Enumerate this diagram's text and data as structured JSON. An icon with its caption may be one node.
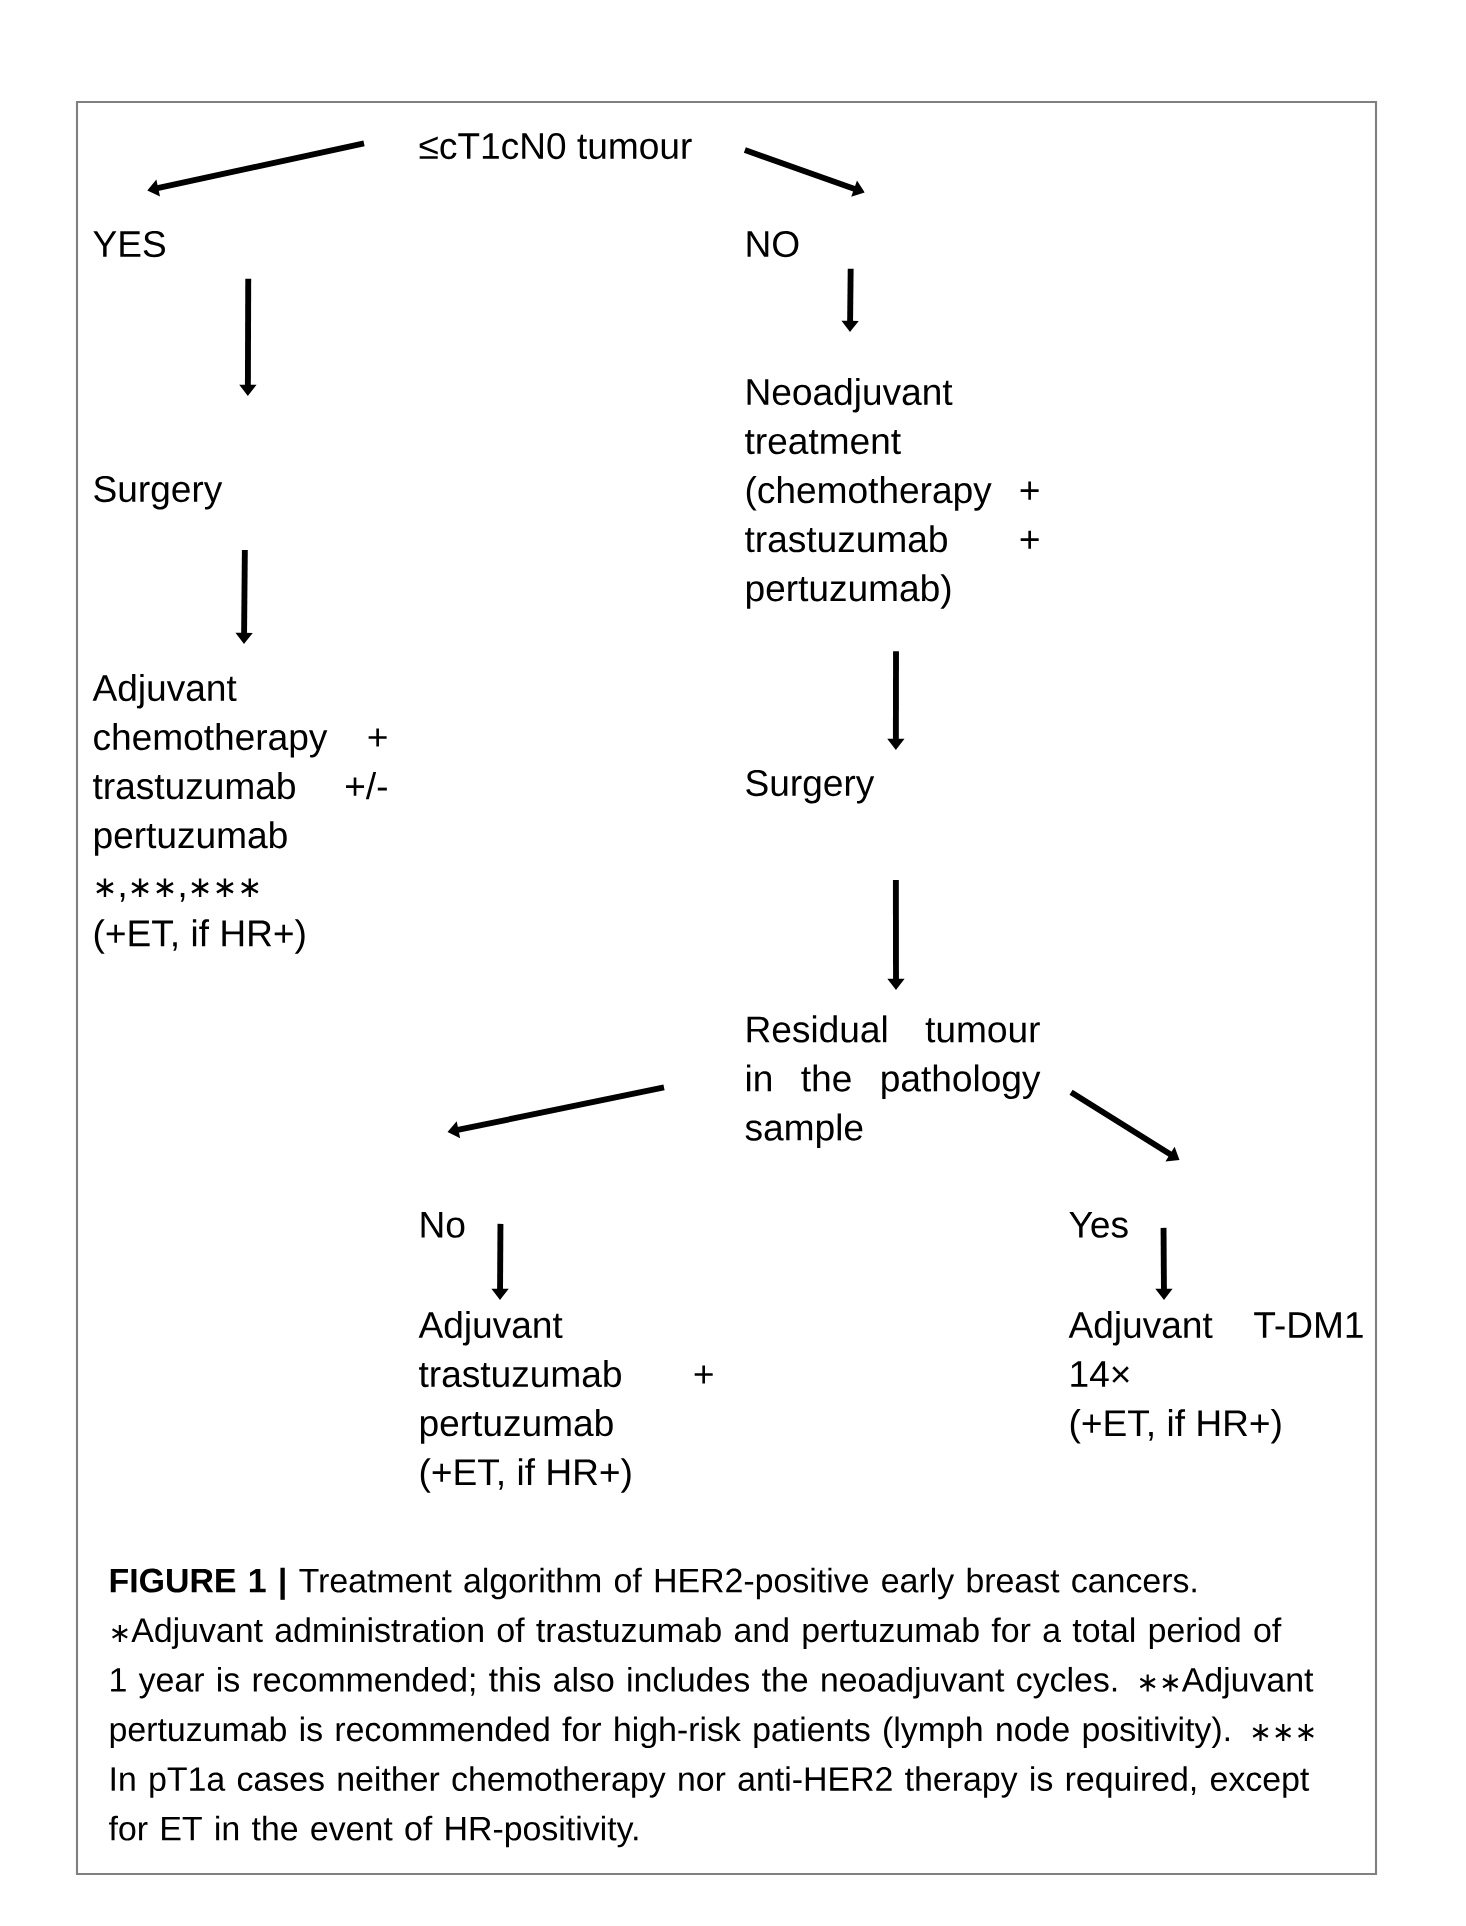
{
  "diagram": {
    "nodes": [
      {
        "text": [
          "≤cT1cN0 tumour"
        ]
      },
      {
        "text": [
          "YES"
        ]
      },
      {
        "text": [
          "NO"
        ]
      },
      {
        "text": [
          "Surgery"
        ]
      },
      {
        "text": [
          "Neoadjuvant treatment (chemotherapy + trastuzumab + pertuzumab)"
        ]
      },
      {
        "text": [
          "Adjuvant chemotherapy + trastuzumab +/- pertuzumab ∗,∗∗,∗∗∗",
          "(+ET, if HR+)"
        ]
      },
      {
        "text": [
          "Surgery"
        ]
      },
      {
        "text": [
          "Residual tumour in the pathology sample"
        ]
      },
      {
        "text": [
          "No"
        ]
      },
      {
        "text": [
          "Yes"
        ]
      },
      {
        "text": [
          "Adjuvant trastuzumab + pertuzumab",
          "(+ET, if HR+)"
        ]
      },
      {
        "text": [
          "Adjuvant T-DM1 14×",
          "(+ET, if HR+)"
        ]
      }
    ],
    "edges": [
      {
        "from": 0,
        "to": 1,
        "arrow": "to"
      },
      {
        "from": 0,
        "to": 2,
        "arrow": "to"
      },
      {
        "from": 1,
        "to": 3,
        "arrow": "to"
      },
      {
        "from": 2,
        "to": 4,
        "arrow": "to"
      },
      {
        "from": 3,
        "to": 5,
        "arrow": "to"
      },
      {
        "from": 4,
        "to": 6,
        "arrow": "to"
      },
      {
        "from": 6,
        "to": 7,
        "arrow": "to"
      },
      {
        "from": 7,
        "to": 8,
        "arrow": "to"
      },
      {
        "from": 7,
        "to": 9,
        "arrow": "to"
      },
      {
        "from": 8,
        "to": 10,
        "arrow": "to"
      },
      {
        "from": 9,
        "to": 11,
        "arrow": "to"
      }
    ],
    "caption": "**FIGURE 1 |** Treatment algorithm of HER2-positive early breast cancers. ∗Adjuvant administration of trastuzumab and pertuzumab for a total period of 1 year is recommended; this also includes the neoadjuvant cycles. ∗∗Adjuvant pertuzumab is recommended for high-risk patients (lymph node positivity). ∗∗∗ In pT1a cases neither chemotherapy nor anti-HER2 therapy is required, except for ET in the event of HR-positivity."
  }
}
